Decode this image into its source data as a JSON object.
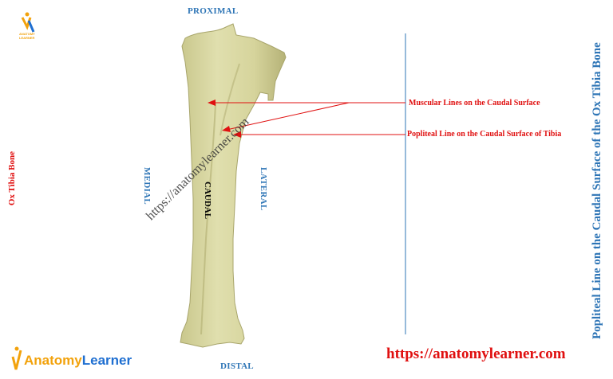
{
  "labels": {
    "proximal": "PROXIMAL",
    "distal": "DISTAL",
    "medial": "MEDIAL",
    "lateral": "LATERAL",
    "caudal": "CAUDAL",
    "left_title": "Ox Tibia Bone",
    "right_title": "Popliteal Line on the Caudal  Surface  of the Ox Tibia Bone",
    "muscular_lines": "Muscular Lines on the Caudal Surface",
    "popliteal_line": "Popliteal Line on the Caudal Surface of Tibia",
    "watermark": "https://anatomylearner.com",
    "website": "https://anatomylearner.com"
  },
  "logo": {
    "top_small": "ANATOMY",
    "top_small2": "LEARNER",
    "word_part1": "Anatomy",
    "word_part2": "Learner"
  },
  "colors": {
    "bone": "#dcdba5",
    "bone_shadow": "#b9b67a",
    "arrow": "#e01010",
    "direction_text": "#2e75b6",
    "logo_blue": "#1f6fd1",
    "logo_orange": "#f2a20c"
  }
}
